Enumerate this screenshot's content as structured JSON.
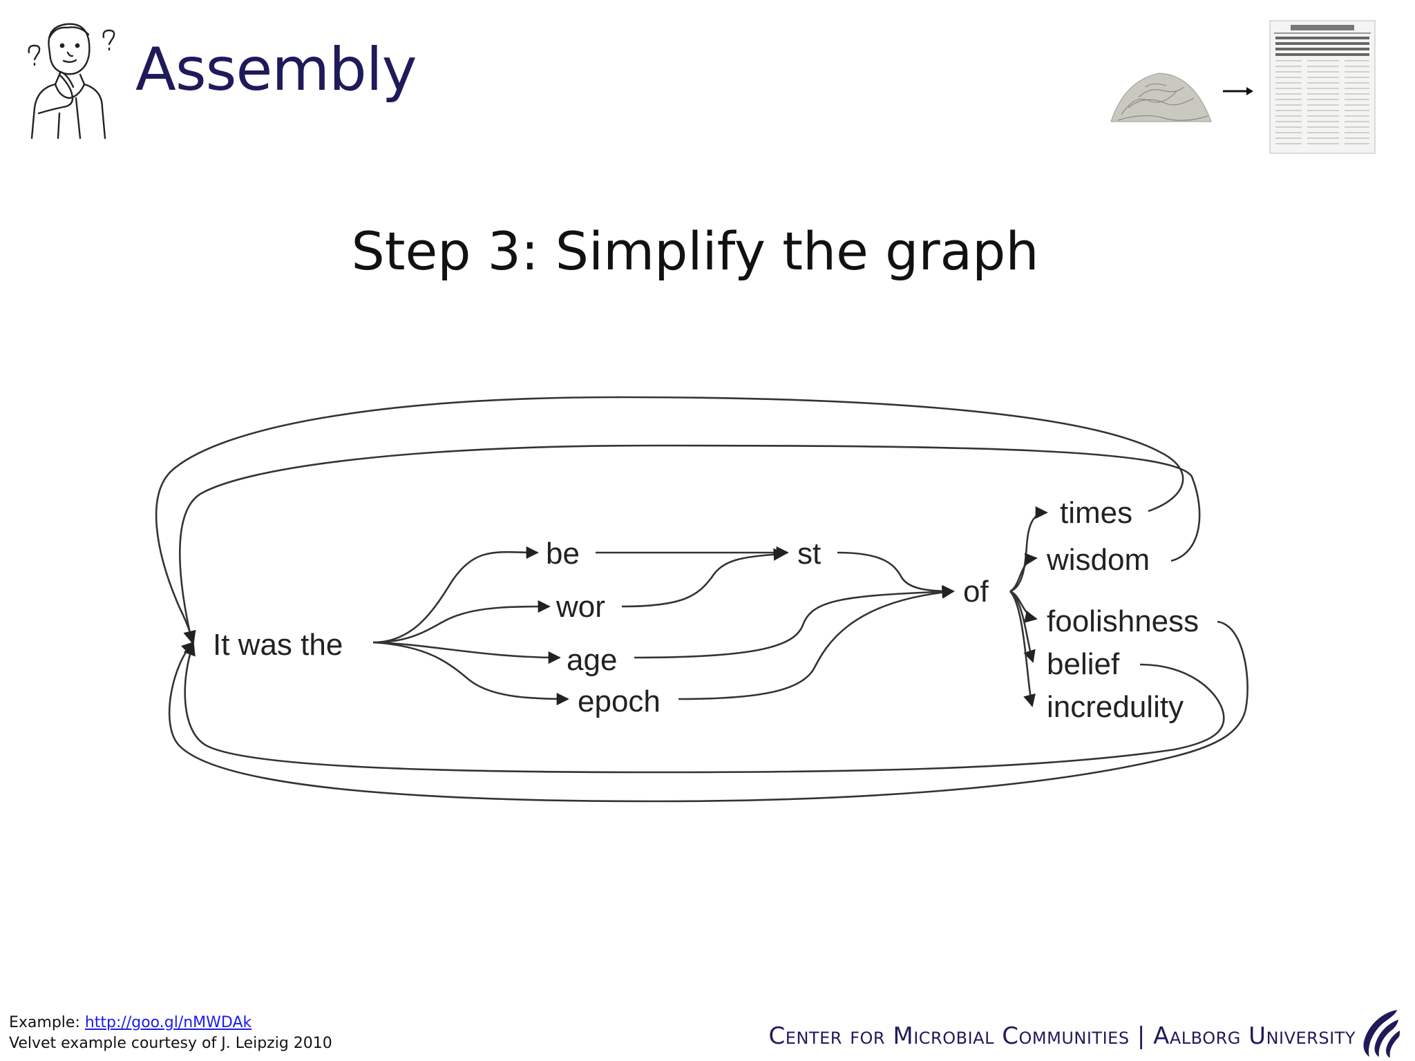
{
  "header": {
    "title": "Assembly",
    "thinker_icon": "thinking-person-icon",
    "reads_icon": "shredded-reads-icon",
    "arrow_icon": "right-arrow-icon",
    "newspaper_icon": "newspaper-icon"
  },
  "subtitle": "Step 3: Simplify the graph",
  "graph": {
    "nodes": {
      "start": "It was the",
      "be": "be",
      "wor": "wor",
      "age": "age",
      "epoch": "epoch",
      "st": "st",
      "of": "of",
      "times": "times",
      "wisdom": "wisdom",
      "foolishness": "foolishness",
      "belief": "belief",
      "incredulity": "incredulity"
    },
    "edges": [
      [
        "It was the",
        "be"
      ],
      [
        "It was the",
        "wor"
      ],
      [
        "It was the",
        "age"
      ],
      [
        "It was the",
        "epoch"
      ],
      [
        "be",
        "st"
      ],
      [
        "wor",
        "st"
      ],
      [
        "st",
        "of"
      ],
      [
        "age",
        "of"
      ],
      [
        "epoch",
        "of"
      ],
      [
        "of",
        "times"
      ],
      [
        "of",
        "wisdom"
      ],
      [
        "of",
        "foolishness"
      ],
      [
        "of",
        "belief"
      ],
      [
        "of",
        "incredulity"
      ],
      [
        "times",
        "It was the"
      ],
      [
        "wisdom",
        "It was the"
      ],
      [
        "foolishness",
        "It was the"
      ],
      [
        "belief",
        "It was the"
      ]
    ]
  },
  "footer": {
    "example_label": "Example: ",
    "example_link": "http://goo.gl/nMWDAk",
    "credit": "Velvet example courtesy of J. Leipzig 2010",
    "affiliation": "Center for Microbial Communities | Aalborg University",
    "logo_icon": "aalborg-university-logo-icon"
  },
  "colors": {
    "title": "#1f1a5a",
    "link": "#1a1aee",
    "text": "#111111"
  }
}
